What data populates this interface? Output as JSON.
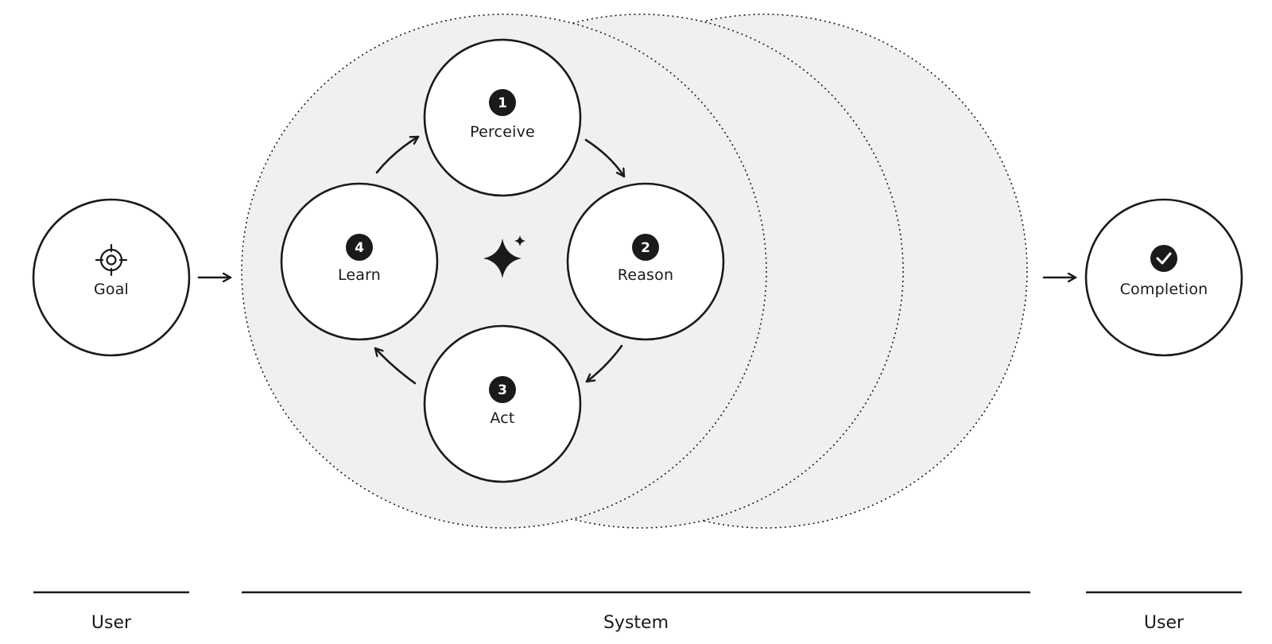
{
  "nodes": {
    "goal": {
      "label": "Goal",
      "icon": "target-icon"
    },
    "completion": {
      "label": "Completion",
      "icon": "check-circle-icon"
    },
    "perceive": {
      "number": "1",
      "label": "Perceive"
    },
    "reason": {
      "number": "2",
      "label": "Reason"
    },
    "act": {
      "number": "3",
      "label": "Act"
    },
    "learn": {
      "number": "4",
      "label": "Learn"
    }
  },
  "center_icon": "sparkle-icon",
  "lanes": {
    "left": "User",
    "middle": "System",
    "right": "User"
  },
  "colors": {
    "stroke": "#1a1a1a",
    "system_fill": "#f0f0f0",
    "node_fill": "#ffffff",
    "badge": "#1a1a1a"
  }
}
